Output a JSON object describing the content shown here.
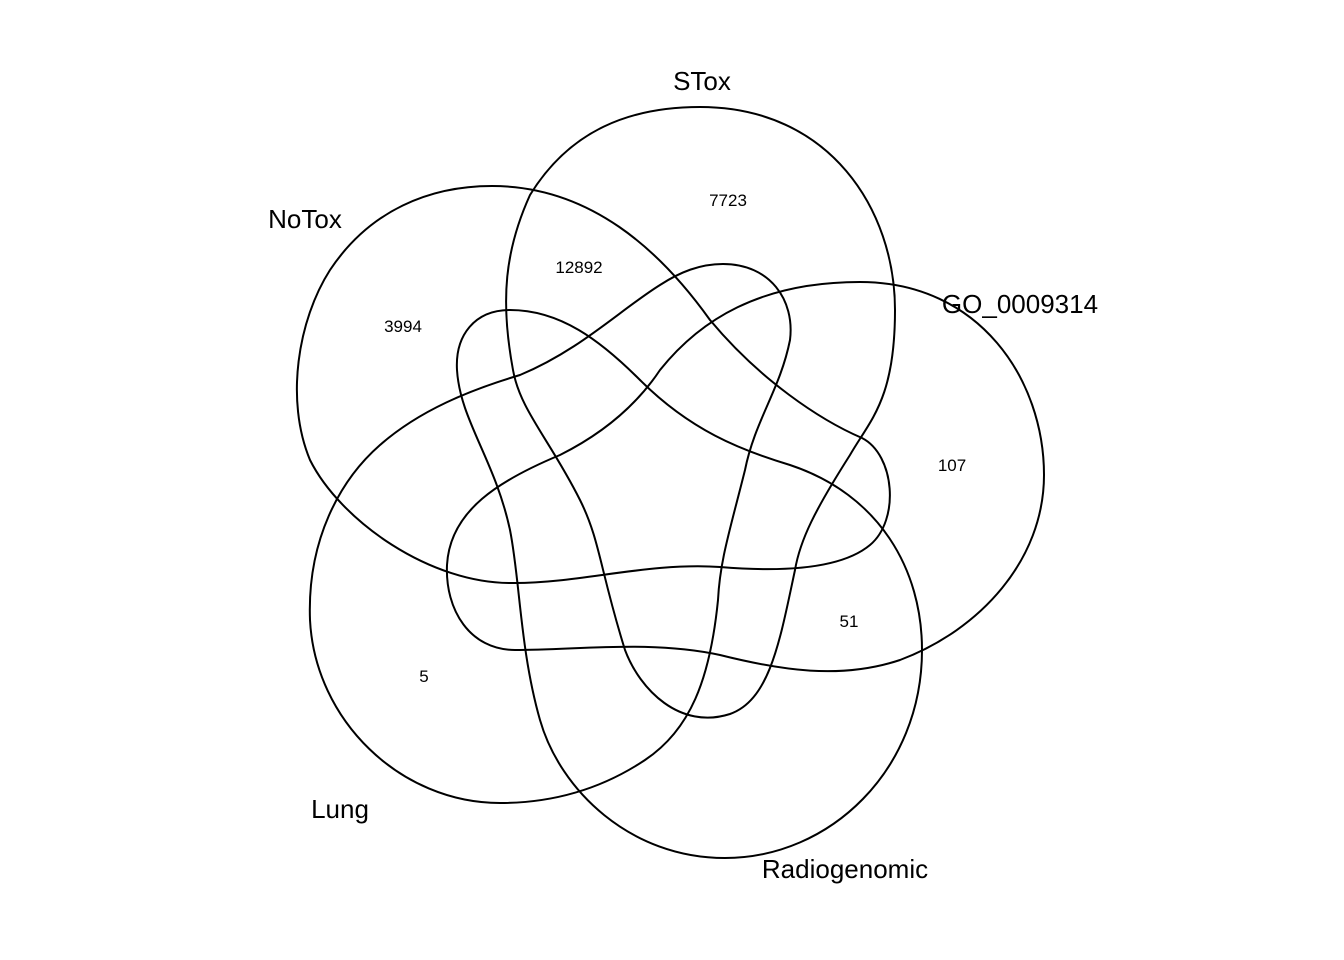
{
  "sets": {
    "stox": "STox",
    "notox": "NoTox",
    "go": "GO_0009314",
    "lung": "Lung",
    "radiogenomic": "Radiogenomic"
  },
  "counts": {
    "stox_only": "7723",
    "notox_stox": "12892",
    "notox_only": "3994",
    "go_only": "107",
    "go_radiogenomic": "51",
    "lung_only": "5"
  }
}
